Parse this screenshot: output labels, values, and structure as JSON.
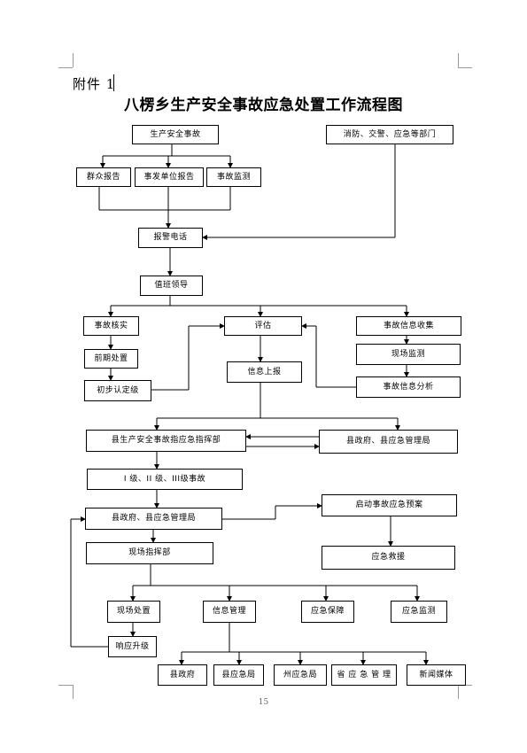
{
  "header": {
    "attachment_label": "附件 1",
    "title": "八楞乡生产安全事故应急处置工作流程图"
  },
  "boxes": {
    "production_accident": "生产安全事故",
    "fire_police_departments": "消防、交警、应急等部门",
    "public_report": "群众报告",
    "unit_report": "事发单位报告",
    "accident_monitoring": "事故监测",
    "alarm_phone": "报警电话",
    "duty_leader": "值班领导",
    "accident_verify": "事故核实",
    "assessment": "评估",
    "info_collection": "事故信息收集",
    "early_handling": "前期处置",
    "site_monitoring": "现场监测",
    "preliminary_level": "初步认定级",
    "info_report": "信息上报",
    "info_analysis": "事故信息分析",
    "county_command": "县生产安全事故指应急指挥部",
    "county_gov_emergency": "县政府、县应急管理局",
    "accident_levels": "I 级、II 级、III级事故",
    "county_gov_emergency_2": "县政府、县应急管理局",
    "start_plan": "启动事故应急预案",
    "site_command": "现场指挥部",
    "emergency_rescue": "应急救援",
    "site_handling": "现场处置",
    "info_management": "信息管理",
    "emergency_support": "应急保障",
    "emergency_monitoring": "应急监测",
    "response_upgrade": "响应升级",
    "county_gov": "县政府",
    "county_emergency_bureau": "县应急局",
    "prefecture_emergency_bureau": "州应急局",
    "provincial_emergency": "省 应 急 管 理",
    "news_media": "新闻媒体"
  },
  "footer": {
    "page_number": "15"
  }
}
